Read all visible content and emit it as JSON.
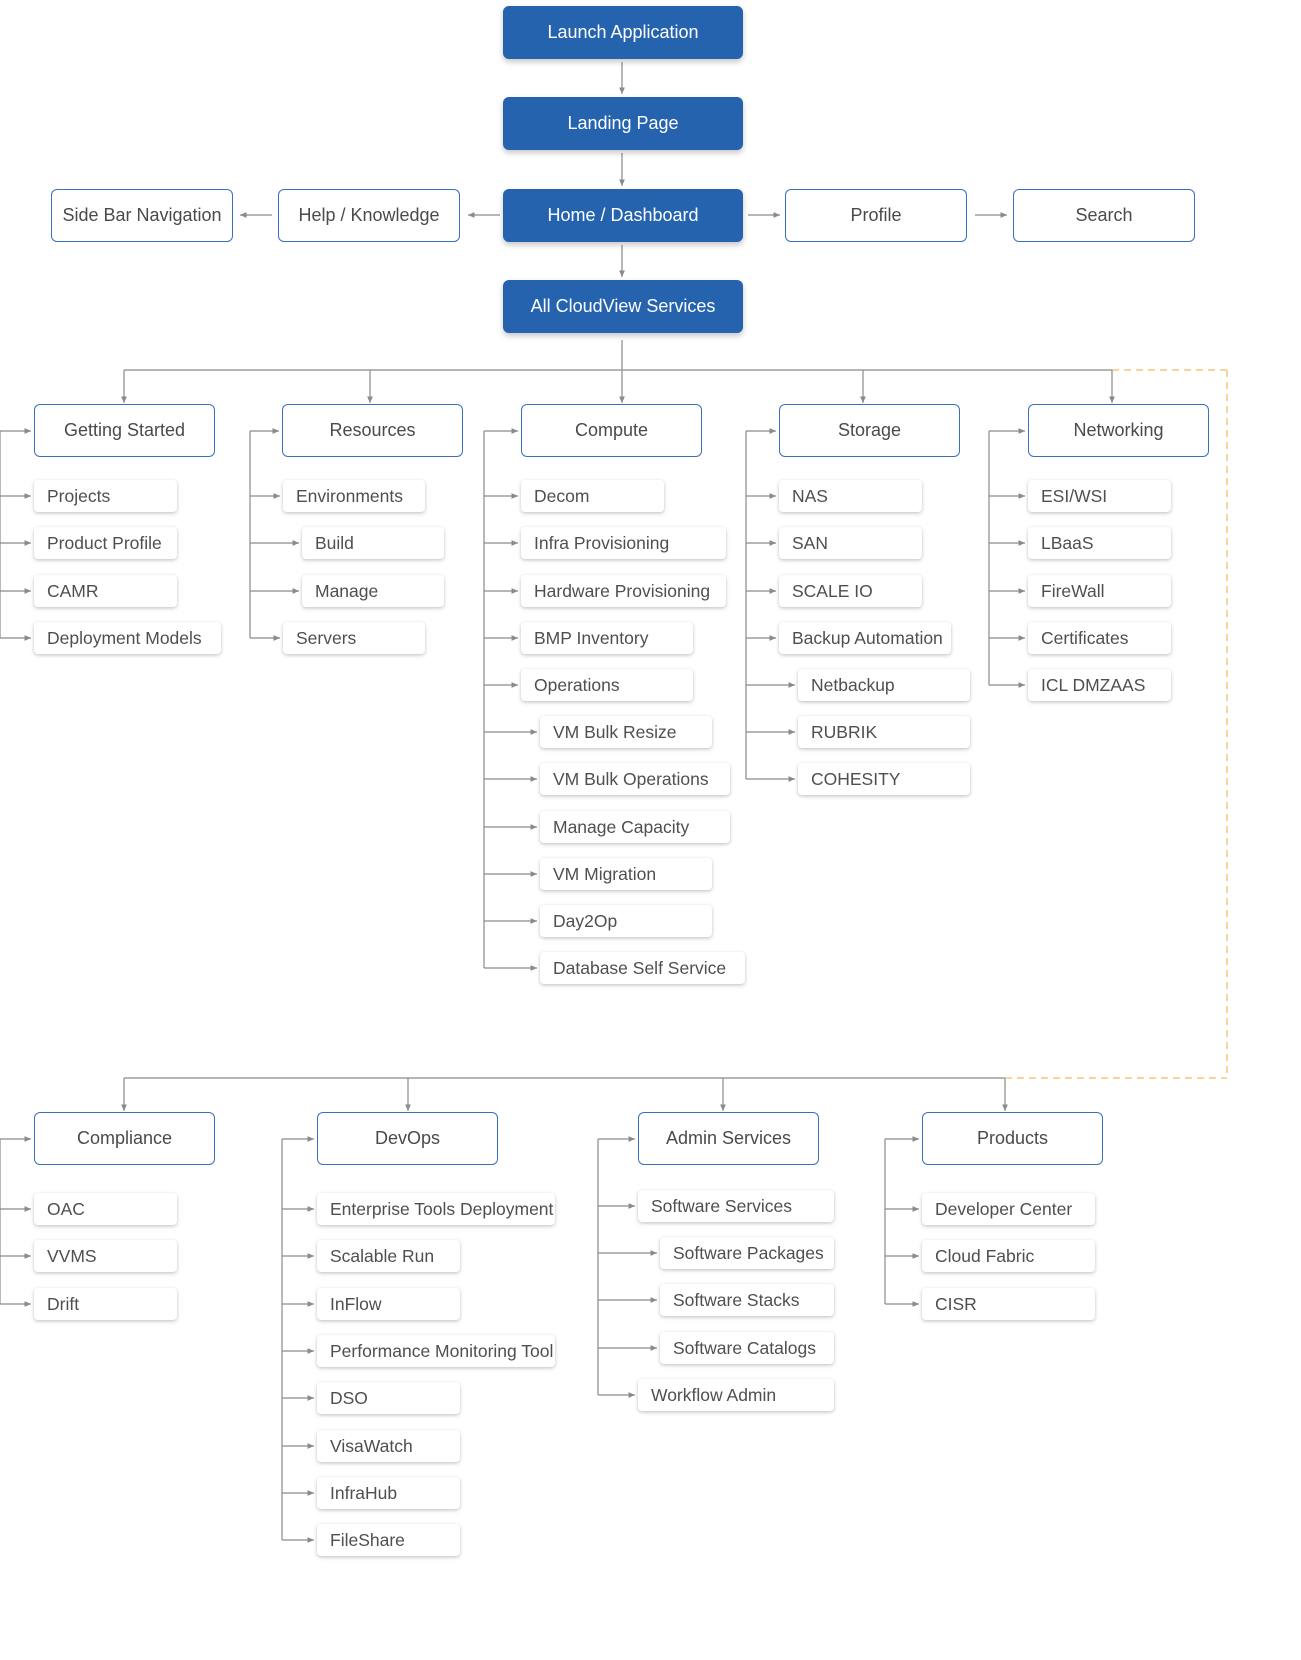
{
  "colors": {
    "primary": "#2563ae",
    "border": "#3a6fc0",
    "line": "#8a8a8a",
    "dashed": "#f5c87a"
  },
  "top": {
    "launch": "Launch Application",
    "landing": "Landing Page",
    "home": "Home / Dashboard",
    "all_services": "All CloudView Services"
  },
  "nav_row": {
    "sidebar": "Side Bar Navigation",
    "help": "Help / Knowledge",
    "profile": "Profile",
    "search": "Search"
  },
  "sections": {
    "getting_started": {
      "title": "Getting Started",
      "items": [
        "Projects",
        "Product Profile",
        "CAMR",
        "Deployment Models"
      ]
    },
    "resources": {
      "title": "Resources",
      "items": [
        "Environments",
        "Build",
        "Manage",
        "Servers"
      ]
    },
    "compute": {
      "title": "Compute",
      "items": [
        "Decom",
        "Infra Provisioning",
        "Hardware Provisioning",
        "BMP Inventory",
        "Operations",
        "VM Bulk Resize",
        "VM Bulk Operations",
        "Manage Capacity",
        "VM Migration",
        "Day2Op",
        "Database Self Service"
      ]
    },
    "storage": {
      "title": "Storage",
      "items": [
        "NAS",
        "SAN",
        "SCALE IO",
        "Backup Automation",
        "Netbackup",
        "RUBRIK",
        "COHESITY"
      ]
    },
    "networking": {
      "title": "Networking",
      "items": [
        "ESI/WSI",
        "LBaaS",
        "FireWall",
        "Certificates",
        "ICL DMZAAS"
      ]
    },
    "compliance": {
      "title": "Compliance",
      "items": [
        "OAC",
        "VVMS",
        "Drift"
      ]
    },
    "devops": {
      "title": "DevOps",
      "items": [
        "Enterprise Tools Deployment",
        "Scalable Run",
        "InFlow",
        "Performance Monitoring Tool",
        "DSO",
        "VisaWatch",
        "InfraHub",
        "FileShare"
      ]
    },
    "admin_services": {
      "title": "Admin Services",
      "items": [
        "Software Services",
        "Software Packages",
        "Software Stacks",
        "Software Catalogs",
        "Workflow Admin"
      ]
    },
    "products": {
      "title": "Products",
      "items": [
        "Developer Center",
        "Cloud Fabric",
        "CISR"
      ]
    }
  }
}
